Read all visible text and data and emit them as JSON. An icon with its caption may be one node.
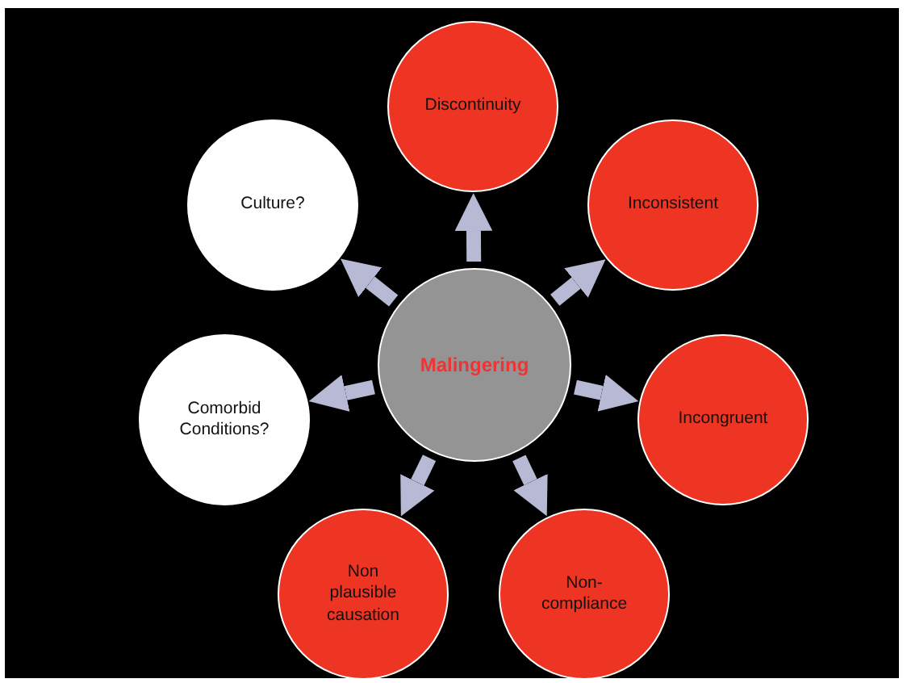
{
  "diagram": {
    "nodes": [
      {
        "text": [
          "Malingering"
        ]
      },
      {
        "text": [
          "Discontinuity"
        ]
      },
      {
        "text": [
          "Inconsistent"
        ]
      },
      {
        "text": [
          "Incongruent"
        ]
      },
      {
        "text": [
          "Non- compliance"
        ]
      },
      {
        "text": [
          "Non plausible causation"
        ]
      },
      {
        "text": [
          "Comorbid Conditions?"
        ]
      },
      {
        "text": [
          "Culture?"
        ]
      }
    ],
    "edges": [
      {
        "from": 0,
        "to": 1,
        "arrow": "to"
      },
      {
        "from": 0,
        "to": 2,
        "arrow": "to"
      },
      {
        "from": 0,
        "to": 3,
        "arrow": "to"
      },
      {
        "from": 0,
        "to": 4,
        "arrow": "to"
      },
      {
        "from": 0,
        "to": 5,
        "arrow": "to"
      },
      {
        "from": 0,
        "to": 6,
        "arrow": "to"
      },
      {
        "from": 0,
        "to": 7,
        "arrow": "to"
      }
    ]
  }
}
